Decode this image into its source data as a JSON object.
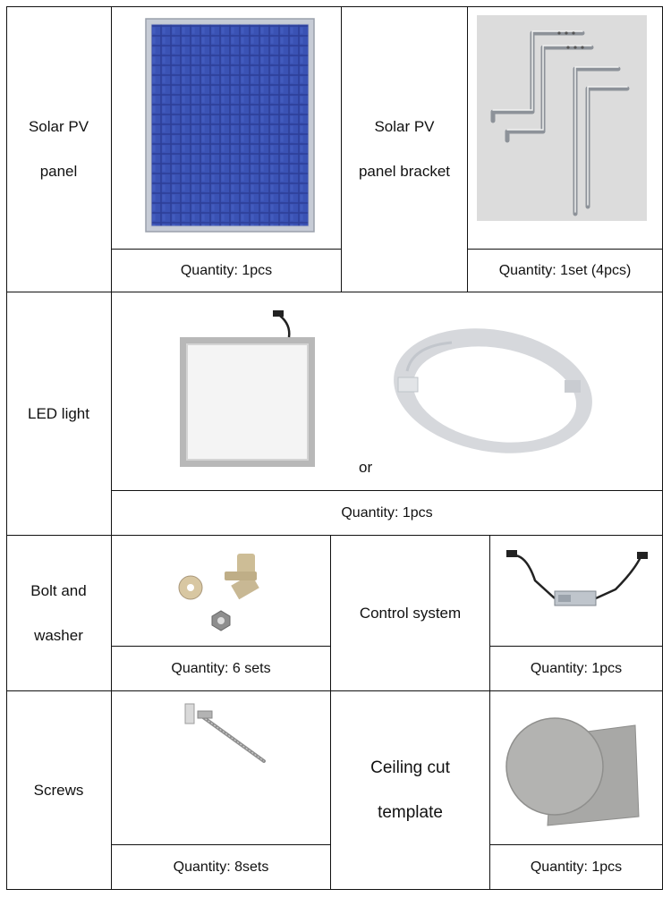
{
  "rows": {
    "solar": {
      "label_line1": "Solar PV",
      "label_line2": "panel",
      "panel_qty": "Quantity: 1pcs",
      "bracket_line1": "Solar PV",
      "bracket_line2": "panel bracket",
      "bracket_qty": "Quantity: 1set (4pcs)"
    },
    "led": {
      "label": "LED light",
      "or_text": "or",
      "qty": "Quantity: 1pcs"
    },
    "bolt": {
      "label_line1": "Bolt and",
      "label_line2": "washer",
      "qty": "Quantity: 6 sets",
      "control_label": "Control system",
      "control_qty": "Quantity: 1pcs"
    },
    "screws": {
      "label": "Screws",
      "qty": "Quantity: 8sets",
      "template_line1": "Ceiling cut",
      "template_line2": "template",
      "template_qty": "Quantity: 1pcs"
    }
  }
}
